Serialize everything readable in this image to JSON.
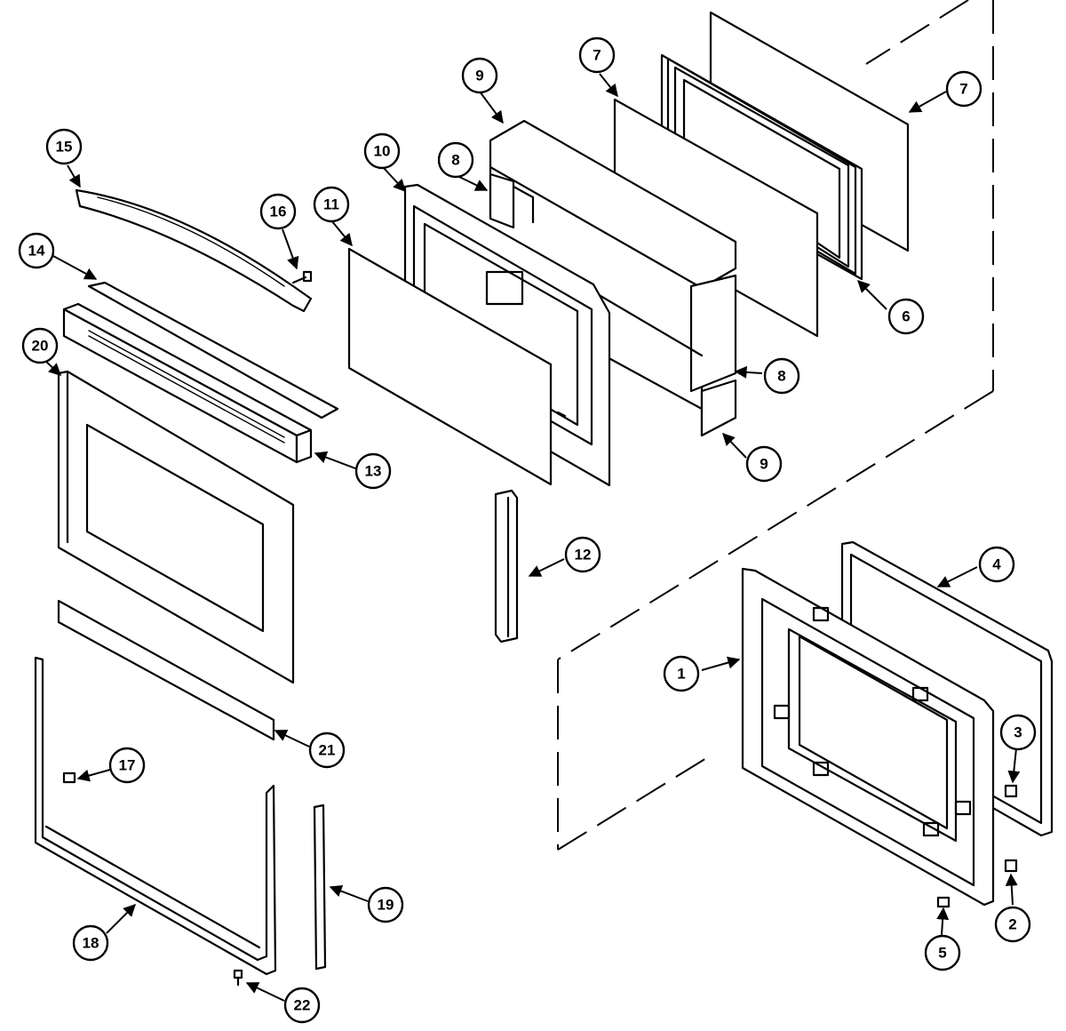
{
  "callouts": [
    {
      "id": "c1",
      "label": "1"
    },
    {
      "id": "c2",
      "label": "2"
    },
    {
      "id": "c3",
      "label": "3"
    },
    {
      "id": "c4",
      "label": "4"
    },
    {
      "id": "c5",
      "label": "5"
    },
    {
      "id": "c6",
      "label": "6"
    },
    {
      "id": "c7a",
      "label": "7"
    },
    {
      "id": "c7b",
      "label": "7"
    },
    {
      "id": "c8a",
      "label": "8"
    },
    {
      "id": "c8b",
      "label": "8"
    },
    {
      "id": "c9a",
      "label": "9"
    },
    {
      "id": "c9b",
      "label": "9"
    },
    {
      "id": "c10",
      "label": "10"
    },
    {
      "id": "c11",
      "label": "11"
    },
    {
      "id": "c12",
      "label": "12"
    },
    {
      "id": "c13",
      "label": "13"
    },
    {
      "id": "c14",
      "label": "14"
    },
    {
      "id": "c15",
      "label": "15"
    },
    {
      "id": "c16",
      "label": "16"
    },
    {
      "id": "c17",
      "label": "17"
    },
    {
      "id": "c18",
      "label": "18"
    },
    {
      "id": "c19",
      "label": "19"
    },
    {
      "id": "c20",
      "label": "20"
    },
    {
      "id": "c21",
      "label": "21"
    },
    {
      "id": "c22",
      "label": "22"
    }
  ]
}
